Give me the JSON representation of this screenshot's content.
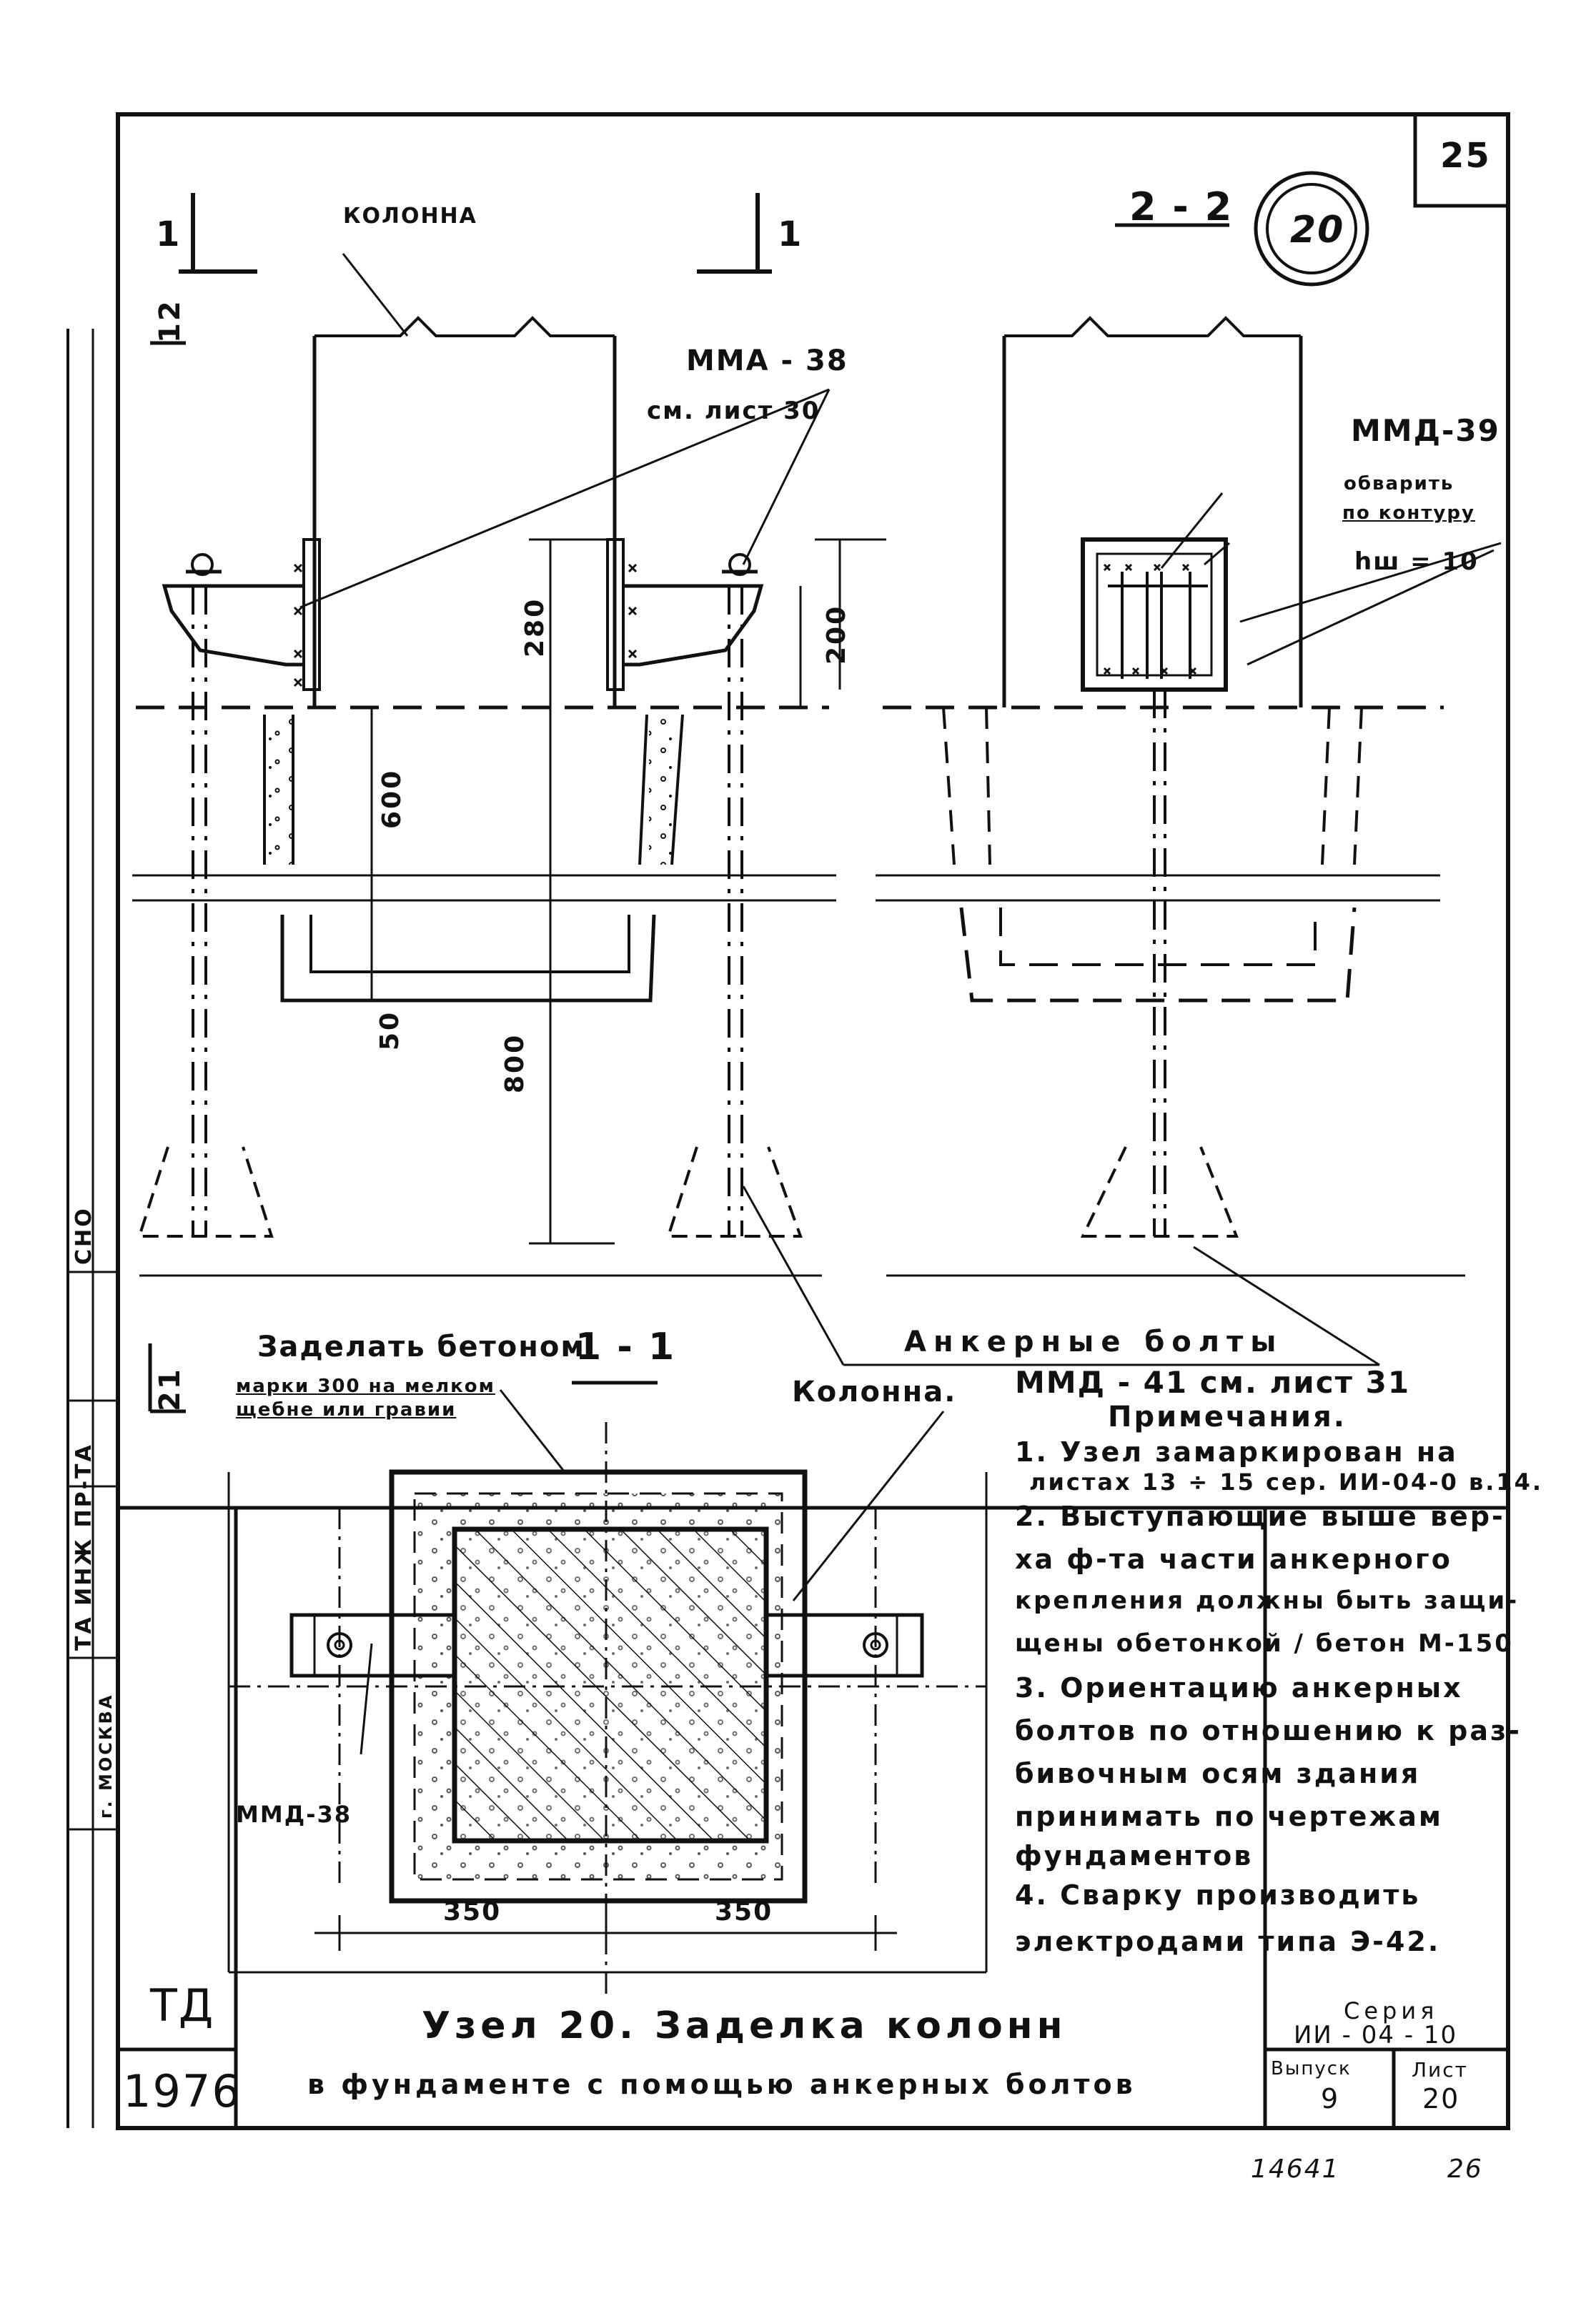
{
  "sheet_number": "25",
  "node_number": "20",
  "section_2_2": "2 - 2",
  "section_1_1": "1 - 1",
  "section_mark_1": "1",
  "labels": {
    "column_top": "КОЛОННА",
    "mma38_top": "ММА - 38",
    "see_sheet_30": "см. лист 30",
    "mmd39": "ММД-39",
    "weld_1": "обварить",
    "weld_2": "по контуру",
    "hw": "hш = 10",
    "dim_280": "280",
    "dim_200": "200",
    "dim_600": "600",
    "dim_50": "50",
    "dim_800": "800",
    "dim_350_left": "350",
    "dim_350_right": "350",
    "dim_12": "12",
    "dim_21": "21",
    "embed_concrete": "Заделать бетоном",
    "concrete_grade_1": "марки 300 на мелком",
    "concrete_grade_2": "щебне или гравии",
    "column_plan": "Колонна.",
    "anchor_bolts": "Анкерные болты",
    "mmd41": "ММД - 41 см. лист 31",
    "mmd38_plan": "ММД-38"
  },
  "notes": {
    "title": "Примечания.",
    "lines": [
      "1. Узел замаркирован на",
      "листах 13 ÷ 15 сер. ИИ-04-0 в.14.",
      "2. Выступающие выше вер-",
      "ха ф-та части анкерного",
      "крепления должны быть защи-",
      "щены обетонкой / бетон М-150",
      "3. Ориентацию анкерных",
      "болтов по отношению к раз-",
      "бивочным осям здания",
      "принимать по чертежам",
      "фундаментов",
      "4. Сварку производить",
      "электродами типа Э-42."
    ]
  },
  "side_stamp": {
    "org": "ТА ИНЖ ПР-ТА",
    "city": "г. МОСКВА",
    "dept": "СНО"
  },
  "title_block": {
    "org": "ТД",
    "year": "1976",
    "title_line1": "Узел 20. Заделка колонн",
    "title_line2": "в фундаменте с помощью анкерных болтов",
    "series_label": "Серия",
    "series_value": "ИИ - 04 - 10",
    "issue_label": "Выпуск",
    "issue_value": "9",
    "sheet_label": "Лист",
    "sheet_value": "20"
  },
  "footer": {
    "archive_number": "14641",
    "page": "26"
  }
}
